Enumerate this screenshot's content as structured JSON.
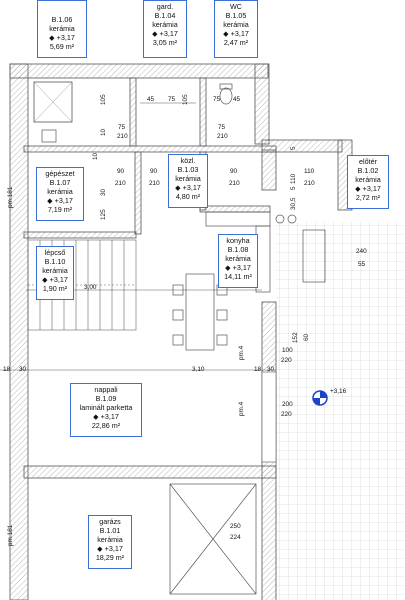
{
  "rooms": [
    {
      "id": "b106",
      "code": "B.1.06",
      "floor": "kerámia",
      "level": "+3,17",
      "area": "5,69 m²"
    },
    {
      "id": "b104",
      "name": "gard.",
      "code": "B.1.04",
      "floor": "kerámia",
      "level": "+3,17",
      "area": "3,05 m²"
    },
    {
      "id": "b105",
      "name": "WC",
      "code": "B.1.05",
      "floor": "kerámia",
      "level": "+3,17",
      "area": "2,47 m²"
    },
    {
      "id": "b107",
      "name": "gépészet",
      "code": "B.1.07",
      "floor": "kerámia",
      "level": "+3,17",
      "area": "7,19 m²"
    },
    {
      "id": "b103",
      "name": "közl.",
      "code": "B.1.03",
      "floor": "kerámia",
      "level": "+3,17",
      "area": "4,80 m²"
    },
    {
      "id": "b102",
      "name": "előtér",
      "code": "B.1.02",
      "floor": "kerámia",
      "level": "+3,17",
      "area": "2,72 m²"
    },
    {
      "id": "b110",
      "name": "lépcső",
      "code": "B.1.10",
      "floor": "kerámia",
      "level": "+3,17",
      "area": "1,90 m²"
    },
    {
      "id": "b108",
      "name": "konyha",
      "code": "B.1.08",
      "floor": "kerámia",
      "level": "+3,17",
      "area": "14,11 m²"
    },
    {
      "id": "b109",
      "name": "nappali",
      "code": "B.1.09",
      "floor": "laminált parketta",
      "level": "+3,17",
      "area": "22,86 m²"
    },
    {
      "id": "b101",
      "name": "garázs",
      "code": "B.1.01",
      "floor": "kerámia",
      "level": "+3,17",
      "area": "18,29 m²"
    }
  ],
  "dims": {
    "d45": "45",
    "d75": "75",
    "d75b": "75",
    "d45b": "45",
    "d105": "105",
    "d105b": "105",
    "d10": "10",
    "d10b": "10",
    "door1_w": "75",
    "door1_h": "210",
    "door2_w": "75",
    "door2_h": "210",
    "door3_w": "90",
    "door3_h": "210",
    "door4_w": "90",
    "door4_h": "210",
    "door5_w": "90",
    "door5_h": "210",
    "door6_w": "110",
    "door6_h": "210",
    "d125": "125",
    "d30": "30",
    "d5": "5",
    "d110": "110",
    "d5b": "5",
    "d305": "30,5",
    "win1_w": "240",
    "win1_h": "55",
    "d152": "152",
    "d60": "60",
    "win2_w": "100",
    "win2_h": "220",
    "win3_w": "200",
    "win3_h": "220",
    "win4_w": "250",
    "win4_h": "224",
    "d300": "3,00",
    "d310": "3,10",
    "d18": "18",
    "d30b": "30",
    "d18b": "18",
    "d30c": "30"
  },
  "markers": {
    "pm181a": "pm.181",
    "pm181b": "pm.181",
    "pm4a": "pm.4",
    "pm4b": "pm.4",
    "terrace_level": "+3,16"
  },
  "colors": {
    "wall": "#7a7a7a",
    "label_border": "#3b6fd8",
    "accent": "#1a44c8"
  }
}
